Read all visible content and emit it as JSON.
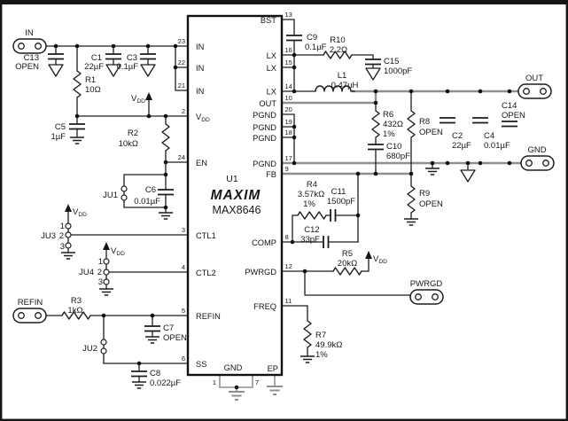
{
  "ic": {
    "refdes": "U1",
    "brand": "MAXIM",
    "part": "MAX8646",
    "left_pins": [
      {
        "num": "23",
        "name": "IN"
      },
      {
        "num": "22",
        "name": "IN"
      },
      {
        "num": "21",
        "name": "IN"
      },
      {
        "num": "2",
        "name": "VDD"
      },
      {
        "num": "24",
        "name": "EN"
      },
      {
        "num": "3",
        "name": "CTL1"
      },
      {
        "num": "4",
        "name": "CTL2"
      },
      {
        "num": "5",
        "name": "REFIN"
      },
      {
        "num": "6",
        "name": "SS"
      }
    ],
    "right_pins": [
      {
        "num": "13",
        "name": "BST"
      },
      {
        "num": "16",
        "name": "LX"
      },
      {
        "num": "15",
        "name": "LX"
      },
      {
        "num": "14",
        "name": "LX"
      },
      {
        "num": "10",
        "name": "OUT"
      },
      {
        "num": "20",
        "name": "PGND"
      },
      {
        "num": "19",
        "name": "PGND"
      },
      {
        "num": "18",
        "name": "PGND"
      },
      {
        "num": "17",
        "name": "PGND"
      },
      {
        "num": "9",
        "name": "FB"
      },
      {
        "num": "8",
        "name": "COMP"
      },
      {
        "num": "12",
        "name": "PWRGD"
      },
      {
        "num": "11",
        "name": "FREQ"
      }
    ],
    "bottom": {
      "gnd_name": "GND",
      "gnd_pin_a": "1",
      "gnd_pin_b": "7",
      "ep_name": "EP"
    }
  },
  "connectors": {
    "in": "IN",
    "out": "OUT",
    "gnd": "GND",
    "pwrgd": "PWRGD",
    "refin": "REFIN"
  },
  "power": {
    "v": "V",
    "sub": "DD"
  },
  "jumpers": {
    "ju1": {
      "name": "JU1"
    },
    "ju2": {
      "name": "JU2"
    },
    "ju3": {
      "name": "JU3",
      "p1": "1",
      "p2": "2",
      "p3": "3"
    },
    "ju4": {
      "name": "JU4",
      "p1": "1",
      "p2": "2",
      "p3": "3"
    }
  },
  "components": {
    "c1": {
      "ref": "C1",
      "val": "22µF"
    },
    "c2": {
      "ref": "C2",
      "val": "22µF"
    },
    "c3": {
      "ref": "C3",
      "val": "0.1µF"
    },
    "c4": {
      "ref": "C4",
      "val": "0.01µF"
    },
    "c5": {
      "ref": "C5",
      "val": "1µF"
    },
    "c6": {
      "ref": "C6",
      "val": "0.01µF"
    },
    "c7": {
      "ref": "C7",
      "val": "OPEN"
    },
    "c8": {
      "ref": "C8",
      "val": "0.022µF"
    },
    "c9": {
      "ref": "C9",
      "val": "0.1µF"
    },
    "c10": {
      "ref": "C10",
      "val": "680pF"
    },
    "c11": {
      "ref": "C11",
      "val": "1500pF"
    },
    "c12": {
      "ref": "C12",
      "val": "33pF"
    },
    "c13": {
      "ref": "C13",
      "val": "OPEN"
    },
    "c14": {
      "ref": "C14",
      "val": "OPEN"
    },
    "c15": {
      "ref": "C15",
      "val": "1000pF"
    },
    "r1": {
      "ref": "R1",
      "val": "10Ω"
    },
    "r2": {
      "ref": "R2",
      "val": "10kΩ"
    },
    "r3": {
      "ref": "R3",
      "val": "1kΩ"
    },
    "r4": {
      "ref": "R4",
      "val": "3.57kΩ",
      "tol": "1%"
    },
    "r5": {
      "ref": "R5",
      "val": "20kΩ"
    },
    "r6": {
      "ref": "R6",
      "val": "432Ω",
      "tol": "1%"
    },
    "r7": {
      "ref": "R7",
      "val": "49.9kΩ",
      "tol": "1%"
    },
    "r8": {
      "ref": "R8",
      "val": "OPEN"
    },
    "r9": {
      "ref": "R9",
      "val": "OPEN"
    },
    "r10": {
      "ref": "R10",
      "val": "2.2Ω"
    },
    "l1": {
      "ref": "L1",
      "val": "0.47µH"
    }
  }
}
